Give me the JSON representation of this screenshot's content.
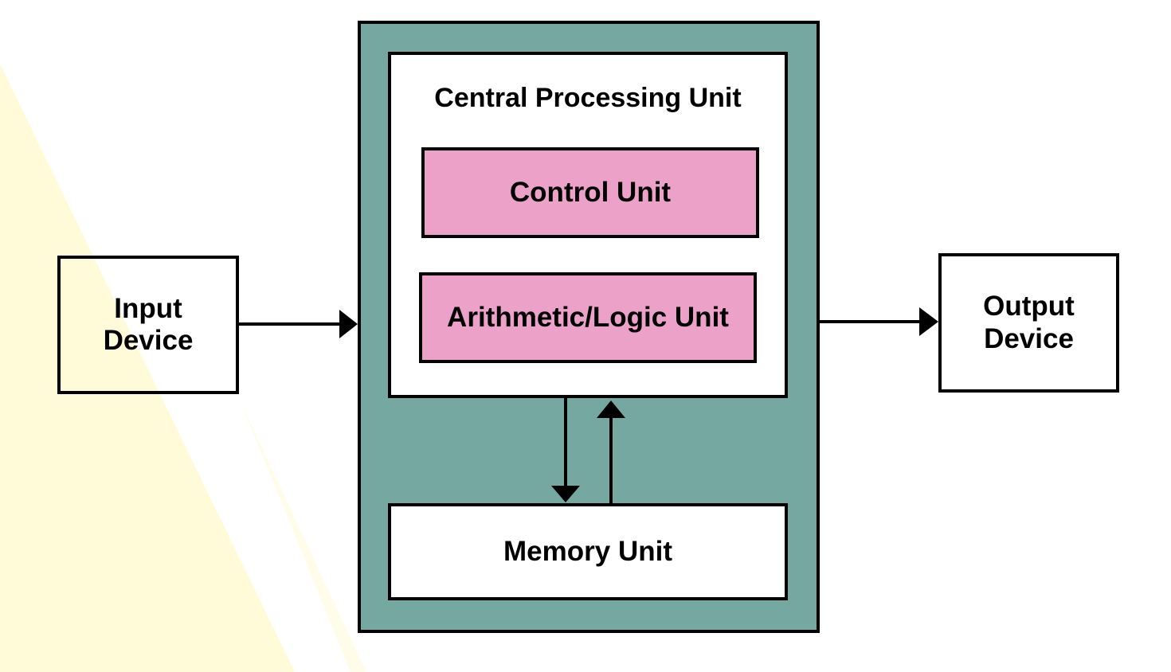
{
  "diagram": {
    "cpu": {
      "title": "Central Processing Unit",
      "color": "#76a8a2"
    },
    "control_unit": {
      "label": "Control Unit",
      "color": "#eba1c8"
    },
    "alu": {
      "label": "Arithmetic/Logic Unit",
      "color": "#eba1c8"
    },
    "memory_unit": {
      "label": "Memory Unit"
    },
    "input_device": {
      "label": "Input\nDevice"
    },
    "output_device": {
      "label": "Output\nDevice"
    },
    "background_accent": "#fffbd8"
  }
}
